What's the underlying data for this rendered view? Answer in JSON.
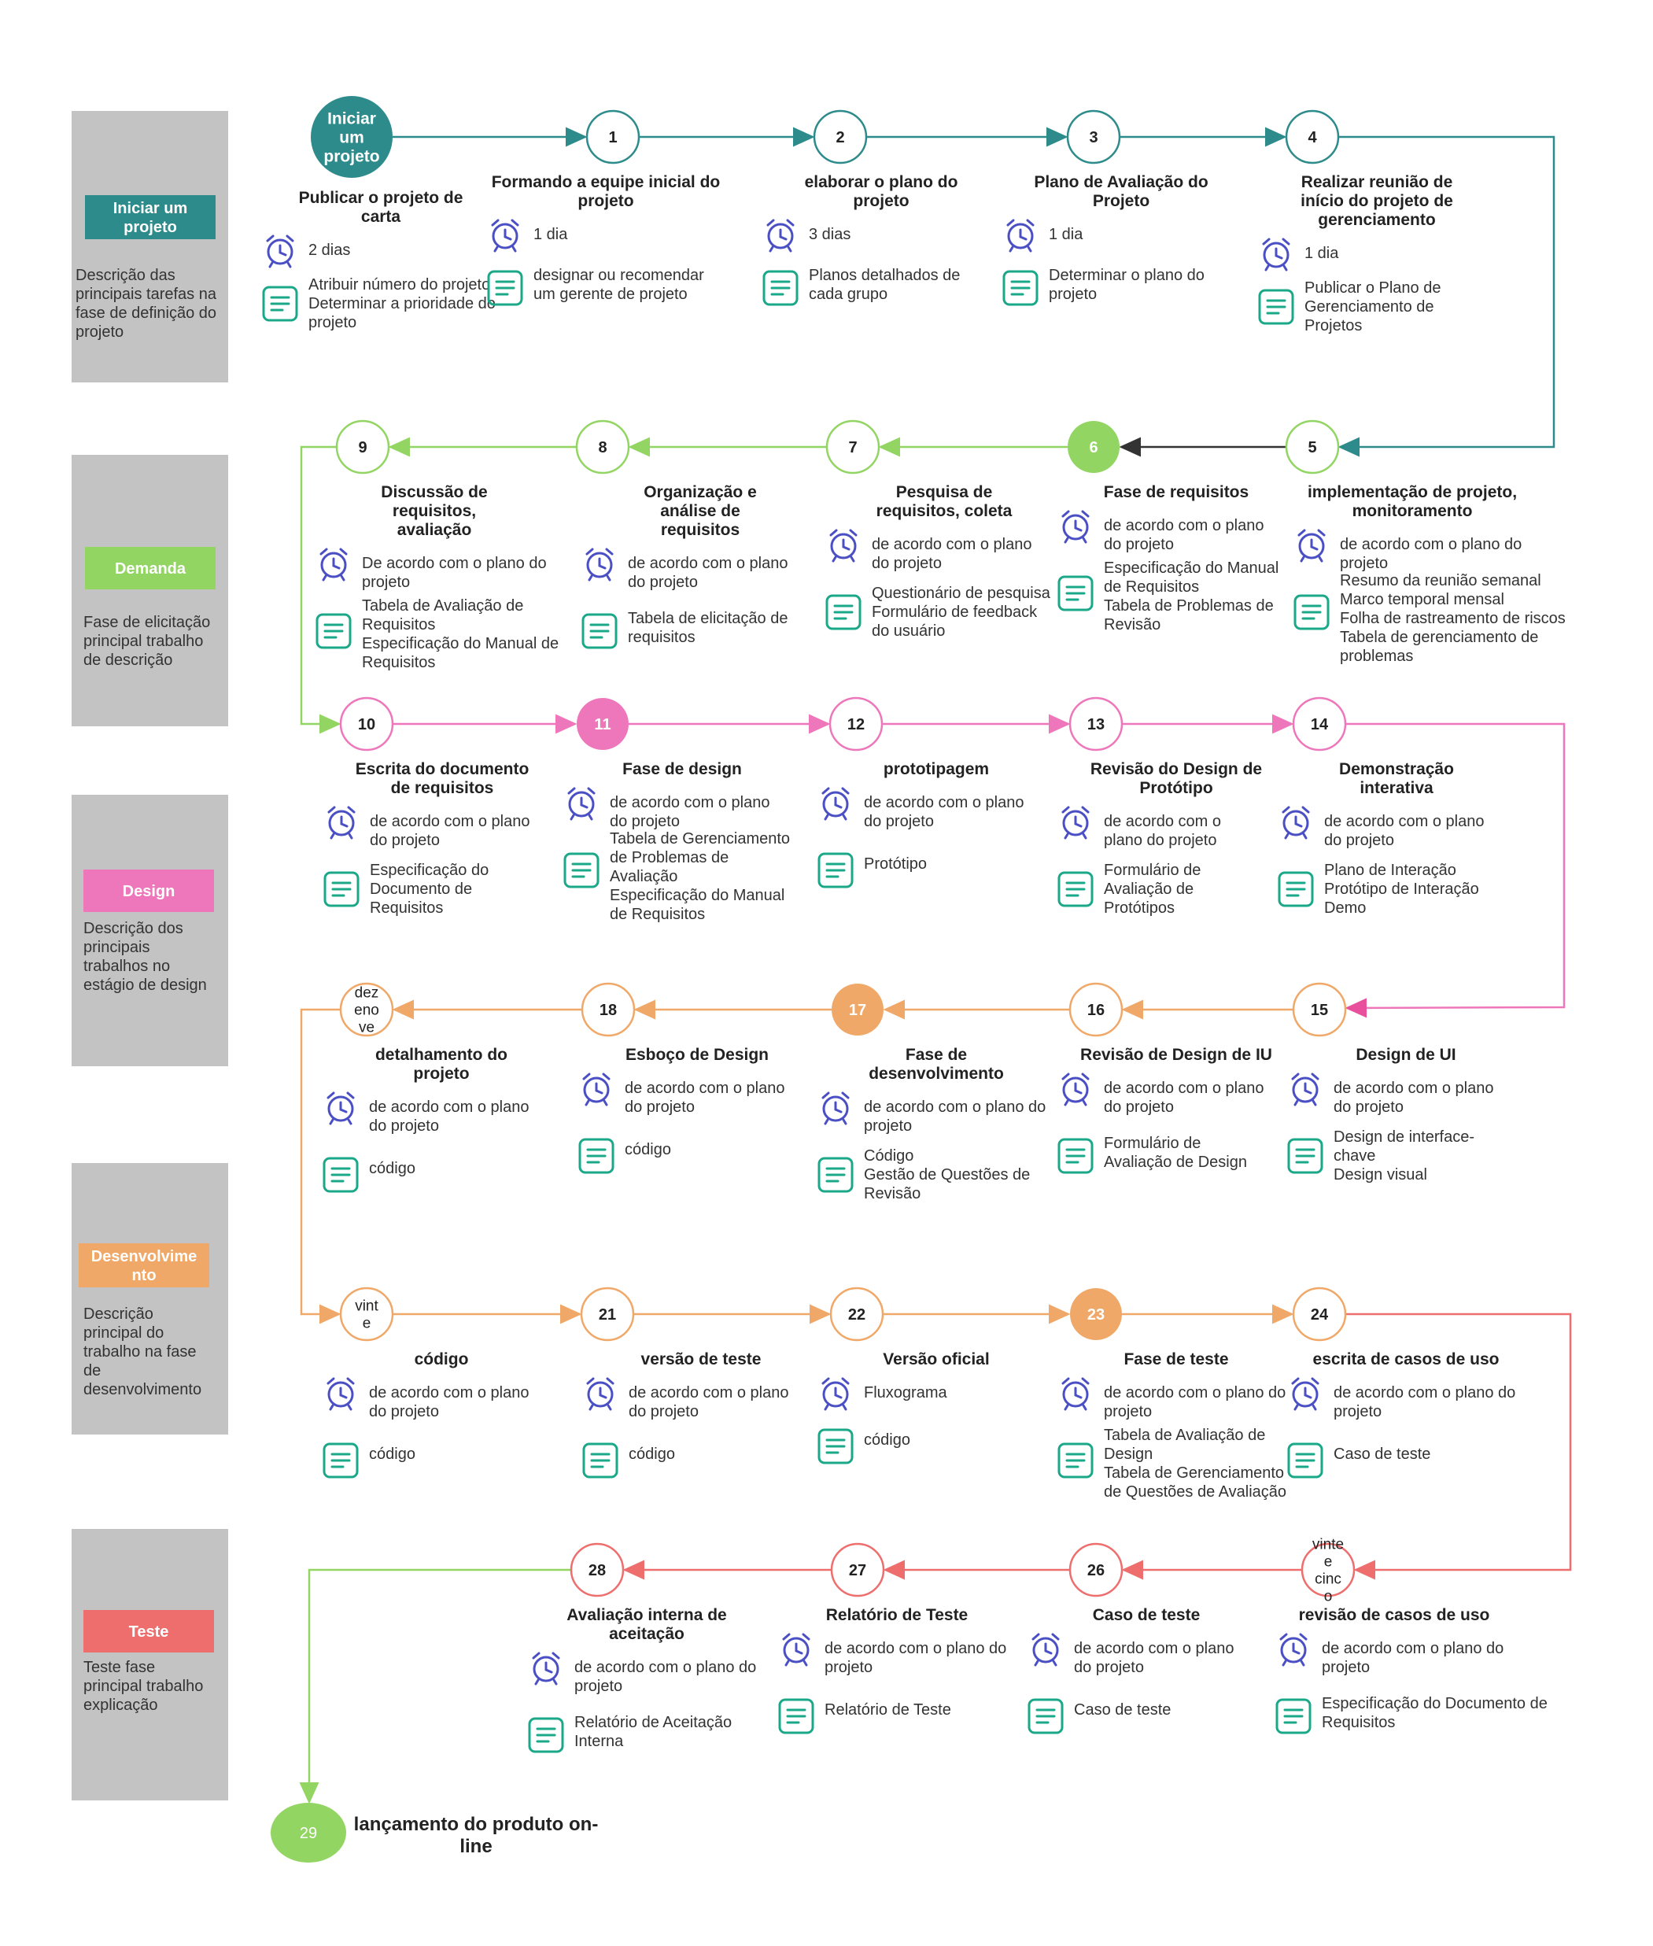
{
  "phases": [
    {
      "number": "1",
      "label": [
        "Iniciar um",
        "projeto"
      ],
      "description": [
        "Descrição das",
        "principais tarefas na",
        "fase de definição do",
        "projeto"
      ],
      "color": "#2e8b8b"
    },
    {
      "number": "2",
      "label": [
        "Demanda"
      ],
      "description": [
        "Fase de elicitação",
        "principal trabalho",
        "de descrição"
      ],
      "color": "#93d563"
    },
    {
      "number": "3",
      "label": [
        "Design"
      ],
      "description": [
        "Descrição dos",
        "principais",
        "trabalhos no",
        "estágio de design"
      ],
      "color": "#ee77bb"
    },
    {
      "number": "4",
      "label": [
        "Desenvolvime",
        "nto"
      ],
      "description": [
        "Descrição",
        "principal do",
        "trabalho na fase",
        "de",
        "desenvolvimento"
      ],
      "color": "#f0a868"
    },
    {
      "number": "5",
      "label": [
        "Teste"
      ],
      "description": [
        "Teste fase",
        "principal trabalho",
        "explicação"
      ],
      "color": "#ee6e6e"
    }
  ],
  "rows": [
    {
      "flow_color": "#2e8b8b",
      "direction": "right",
      "nodes": [
        {
          "id": "start",
          "label": [
            "Iniciar",
            "um",
            "projeto"
          ],
          "filled": true,
          "title": [
            "Publicar o projeto de",
            "carta"
          ],
          "duration": [
            "2 dias"
          ],
          "deliverable": [
            "Atribuir número do projeto",
            "Determinar a prioridade do",
            "projeto"
          ]
        },
        {
          "id": "1",
          "label": [
            "1"
          ],
          "filled": false,
          "title": [
            "Formando a equipe inicial do",
            "projeto"
          ],
          "duration": [
            "1 dia"
          ],
          "deliverable": [
            "designar ou recomendar",
            "um gerente de projeto"
          ]
        },
        {
          "id": "2",
          "label": [
            "2"
          ],
          "filled": false,
          "title": [
            "elaborar o plano do",
            "projeto"
          ],
          "duration": [
            "3 dias"
          ],
          "deliverable": [
            "Planos detalhados de",
            "cada grupo"
          ]
        },
        {
          "id": "3",
          "label": [
            "3"
          ],
          "filled": false,
          "title": [
            "Plano de Avaliação do",
            "Projeto"
          ],
          "duration": [
            "1 dia"
          ],
          "deliverable": [
            "Determinar o plano do",
            "projeto"
          ]
        },
        {
          "id": "4",
          "label": [
            "4"
          ],
          "filled": false,
          "title": [
            "Realizar reunião de",
            "início do projeto de",
            "gerenciamento"
          ],
          "duration": [
            "1 dia"
          ],
          "deliverable": [
            "Publicar o Plano de",
            "Gerenciamento de",
            "Projetos"
          ]
        }
      ]
    },
    {
      "flow_color": "#93d563",
      "direction": "left",
      "nodes": [
        {
          "id": "9",
          "label": [
            "9"
          ],
          "filled": false,
          "title": [
            "Discussão de",
            "requisitos,",
            "avaliação"
          ],
          "duration": [
            "De acordo com o plano do",
            "projeto"
          ],
          "deliverable": [
            "Tabela de Avaliação de",
            "Requisitos",
            "Especificação do Manual de",
            "Requisitos"
          ]
        },
        {
          "id": "8",
          "label": [
            "8"
          ],
          "filled": false,
          "title": [
            "Organização e",
            "análise de",
            "requisitos"
          ],
          "duration": [
            "de acordo com o plano",
            "do projeto"
          ],
          "deliverable": [
            "Tabela de elicitação de",
            "requisitos"
          ]
        },
        {
          "id": "7",
          "label": [
            "7"
          ],
          "filled": false,
          "title": [
            "Pesquisa de",
            "requisitos, coleta"
          ],
          "duration": [
            "de acordo com o plano",
            "do projeto"
          ],
          "deliverable": [
            "Questionário de pesquisa",
            "Formulário de feedback",
            "do usuário"
          ]
        },
        {
          "id": "6",
          "label": [
            "6"
          ],
          "filled": true,
          "title": [
            "Fase de requisitos"
          ],
          "duration": [
            "de acordo com o plano",
            "do projeto"
          ],
          "deliverable": [
            "Especificação do Manual",
            "de Requisitos",
            "Tabela de Problemas de",
            "Revisão"
          ]
        },
        {
          "id": "5",
          "label": [
            "5"
          ],
          "filled": false,
          "title": [
            "implementação de projeto,",
            "monitoramento"
          ],
          "duration": [
            "de acordo com o plano do",
            "projeto"
          ],
          "deliverable": [
            "Resumo da reunião semanal",
            "Marco temporal mensal",
            "Folha de rastreamento de riscos",
            "Tabela de gerenciamento de",
            "problemas"
          ]
        }
      ]
    },
    {
      "flow_color": "#ee77bb",
      "direction": "right",
      "nodes": [
        {
          "id": "10",
          "label": [
            "10"
          ],
          "filled": false,
          "title": [
            "Escrita do documento",
            "de requisitos"
          ],
          "duration": [
            "de acordo com o plano",
            "do projeto"
          ],
          "deliverable": [
            "Especificação do",
            "Documento de",
            "Requisitos"
          ]
        },
        {
          "id": "11",
          "label": [
            "11"
          ],
          "filled": true,
          "title": [
            "Fase de design"
          ],
          "duration": [
            "de acordo com o plano",
            "do projeto"
          ],
          "deliverable": [
            "Tabela de Gerenciamento",
            "de Problemas de",
            "Avaliação",
            "Especificação do Manual",
            "de Requisitos"
          ]
        },
        {
          "id": "12",
          "label": [
            "12"
          ],
          "filled": false,
          "title": [
            "prototipagem"
          ],
          "duration": [
            "de acordo com o plano",
            "do projeto"
          ],
          "deliverable": [
            "Protótipo"
          ]
        },
        {
          "id": "13",
          "label": [
            "13"
          ],
          "filled": false,
          "title": [
            "Revisão do Design de",
            "Protótipo"
          ],
          "duration": [
            "de acordo com o",
            "plano do projeto"
          ],
          "deliverable": [
            "Formulário de",
            "Avaliação de",
            "Protótipos"
          ]
        },
        {
          "id": "14",
          "label": [
            "14"
          ],
          "filled": false,
          "title": [
            "Demonstração",
            "interativa"
          ],
          "duration": [
            "de acordo com o plano",
            "do projeto"
          ],
          "deliverable": [
            "Plano de Interação",
            "Protótipo de Interação",
            "Demo"
          ]
        }
      ]
    },
    {
      "flow_color": "#f0a868",
      "direction": "left",
      "nodes": [
        {
          "id": "19",
          "label": [
            "dez",
            "eno",
            "ve"
          ],
          "filled": false,
          "title": [
            "detalhamento do",
            "projeto"
          ],
          "duration": [
            "de acordo com o plano",
            "do projeto"
          ],
          "deliverable": [
            "código"
          ]
        },
        {
          "id": "18",
          "label": [
            "18"
          ],
          "filled": false,
          "title": [
            "Esboço de Design"
          ],
          "duration": [
            "de acordo com o plano",
            "do projeto"
          ],
          "deliverable": [
            "código"
          ]
        },
        {
          "id": "17",
          "label": [
            "17"
          ],
          "filled": true,
          "title": [
            "Fase de",
            "desenvolvimento"
          ],
          "duration": [
            "de acordo com o plano do",
            "projeto"
          ],
          "deliverable": [
            "Código",
            "Gestão de Questões de",
            "Revisão"
          ]
        },
        {
          "id": "16",
          "label": [
            "16"
          ],
          "filled": false,
          "title": [
            "Revisão de Design de IU"
          ],
          "duration": [
            "de acordo com o plano",
            "do projeto"
          ],
          "deliverable": [
            "Formulário de",
            "Avaliação de Design"
          ]
        },
        {
          "id": "15",
          "label": [
            "15"
          ],
          "filled": false,
          "title": [
            "Design de UI"
          ],
          "duration": [
            "de acordo com o plano",
            "do projeto"
          ],
          "deliverable": [
            "Design de interface-",
            "chave",
            "Design visual"
          ]
        }
      ]
    },
    {
      "flow_color": "#f0a868",
      "direction": "right",
      "nodes": [
        {
          "id": "20",
          "label": [
            "vint",
            "e"
          ],
          "filled": false,
          "title": [
            "código"
          ],
          "duration": [
            "de acordo com o plano",
            "do projeto"
          ],
          "deliverable": [
            "código"
          ]
        },
        {
          "id": "21",
          "label": [
            "21"
          ],
          "filled": false,
          "title": [
            "versão de teste"
          ],
          "duration": [
            "de acordo com o plano",
            "do projeto"
          ],
          "deliverable": [
            "código"
          ]
        },
        {
          "id": "22",
          "label": [
            "22"
          ],
          "filled": false,
          "title": [
            "Versão oficial"
          ],
          "duration": [
            "Fluxograma"
          ],
          "deliverable": [
            "código"
          ]
        },
        {
          "id": "23",
          "label": [
            "23"
          ],
          "filled": true,
          "title": [
            "Fase de teste"
          ],
          "duration": [
            "de acordo com o plano do",
            "projeto"
          ],
          "deliverable": [
            "Tabela de Avaliação de",
            "Design",
            "Tabela de Gerenciamento",
            "de Questões de Avaliação"
          ]
        },
        {
          "id": "24",
          "label": [
            "24"
          ],
          "filled": false,
          "title": [
            "escrita de casos de uso"
          ],
          "duration": [
            "de acordo com o plano do",
            "projeto"
          ],
          "deliverable": [
            "Caso de teste"
          ]
        }
      ]
    },
    {
      "flow_color": "#ee6e6e",
      "direction": "left",
      "nodes": [
        {
          "id": "28",
          "label": [
            "28"
          ],
          "filled": false,
          "title": [
            "Avaliação interna de",
            "aceitação"
          ],
          "duration": [
            "de acordo com o plano do",
            "projeto"
          ],
          "deliverable": [
            "Relatório de Aceitação",
            "Interna"
          ]
        },
        {
          "id": "27",
          "label": [
            "27"
          ],
          "filled": false,
          "title": [
            "Relatório de Teste"
          ],
          "duration": [
            "de acordo com o plano do",
            "projeto"
          ],
          "deliverable": [
            "Relatório de Teste"
          ]
        },
        {
          "id": "26",
          "label": [
            "26"
          ],
          "filled": false,
          "title": [
            "Caso de teste"
          ],
          "duration": [
            "de acordo com o plano",
            "do projeto"
          ],
          "deliverable": [
            "Caso de teste"
          ]
        },
        {
          "id": "25",
          "label": [
            "vinte",
            "e",
            "cinc",
            "o"
          ],
          "filled": false,
          "title": [
            "revisão de casos de uso"
          ],
          "duration": [
            "de acordo com o plano do",
            "projeto"
          ],
          "deliverable": [
            "Especificação do Documento de",
            "Requisitos"
          ]
        }
      ]
    }
  ],
  "final": {
    "label": "29",
    "title": [
      "lançamento do produto on-",
      "line"
    ],
    "color": "#93d563"
  },
  "icons": {
    "clock": "alarm-clock-icon",
    "document": "document-icon",
    "clock_color": "#4a4fc4",
    "document_color": "#1aa889"
  }
}
